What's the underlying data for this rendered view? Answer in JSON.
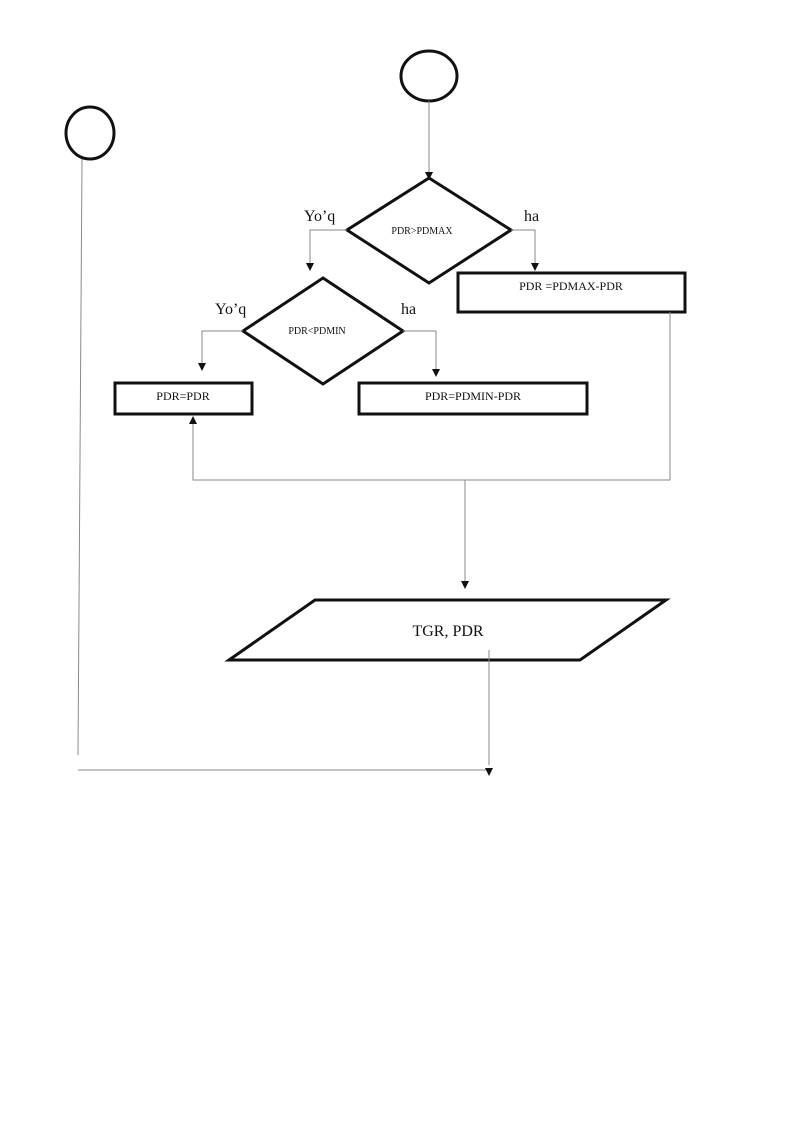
{
  "diagram": {
    "decision_1": {
      "condition": "PDR>PDMAX",
      "no_label": "Yo’q",
      "yes_label": "ha"
    },
    "decision_2": {
      "condition": "PDR<PDMIN",
      "no_label": "Yo’q",
      "yes_label": "ha"
    },
    "process_pdmax": {
      "text": "PDR =PDMAX-PDR"
    },
    "process_keep": {
      "text": "PDR=PDR"
    },
    "process_pdmin": {
      "text": "PDR=PDMIN-PDR"
    },
    "output": {
      "text": "TGR,  PDR"
    },
    "colors": {
      "shape_stroke": "#111111",
      "connector": "#8a8a8a",
      "background": "#ffffff"
    }
  }
}
